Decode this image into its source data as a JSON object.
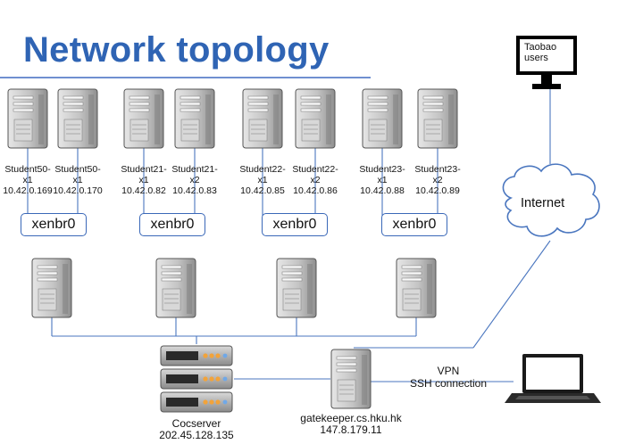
{
  "title": "Network topology",
  "groups": [
    {
      "bridge": "xenbr0",
      "vms": [
        {
          "name": "Student50-x1",
          "line1": "Student50-",
          "line2": "x1",
          "ip": "10.42.0.169"
        },
        {
          "name": "Student50-x1",
          "line1": "Student50-",
          "line2": "x1",
          "ip": "10.42.0.170"
        }
      ]
    },
    {
      "bridge": "xenbr0",
      "vms": [
        {
          "name": "Student21-x1",
          "line1": "Student21-",
          "line2": "x1",
          "ip": "10.42.0.82"
        },
        {
          "name": "Student21-x2",
          "line1": "Student21-",
          "line2": "x2",
          "ip": "10.42.0.83"
        }
      ]
    },
    {
      "bridge": "xenbr0",
      "vms": [
        {
          "name": "Student22-x1",
          "line1": "Student22-",
          "line2": "x1",
          "ip": "10.42.0.85"
        },
        {
          "name": "Student22-x2",
          "line1": "Student22-",
          "line2": "x2",
          "ip": "10.42.0.86"
        }
      ]
    },
    {
      "bridge": "xenbr0",
      "vms": [
        {
          "name": "Student23-x1",
          "line1": "Student23-",
          "line2": "x1",
          "ip": "10.42.0.88"
        },
        {
          "name": "Student23-x2",
          "line1": "Student23-",
          "line2": "x2",
          "ip": "10.42.0.89"
        }
      ]
    }
  ],
  "cocserver": {
    "name": "Cocserver",
    "ip": "202.45.128.135"
  },
  "gatekeeper": {
    "name": "gatekeeper.cs.hku.hk",
    "ip": "147.8.179.11"
  },
  "internet": "Internet",
  "users": {
    "line1": "Taobao",
    "line2": "users"
  },
  "link": {
    "line1": "VPN",
    "line2": "SSH connection"
  },
  "colors": {
    "title": "#2f64b4",
    "link": "#4a76bf",
    "bridge_border": "#3a68b8",
    "rack_led": "#f2a33a"
  }
}
